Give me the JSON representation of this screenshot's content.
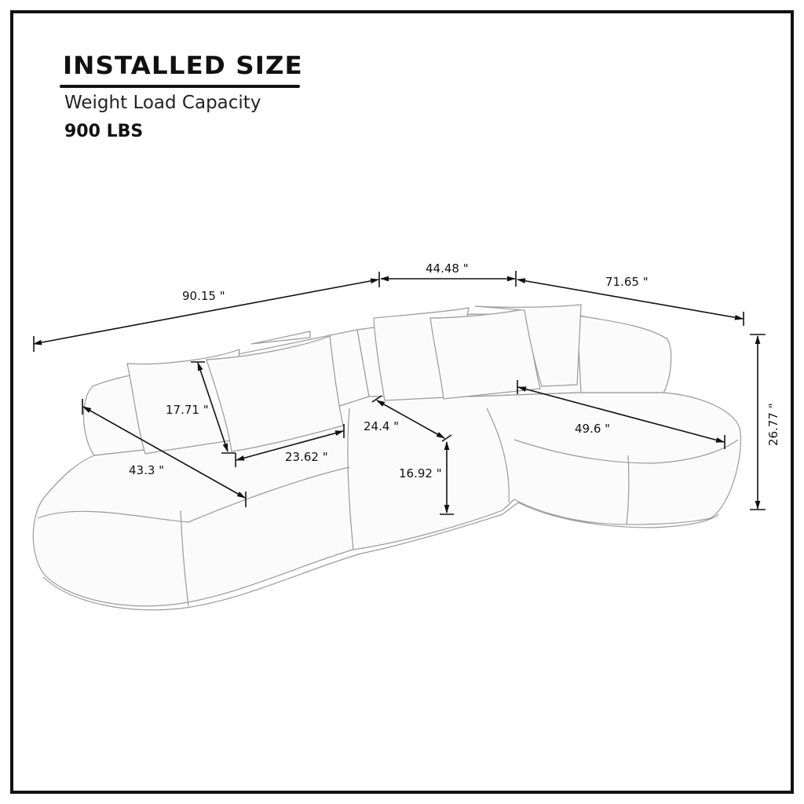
{
  "header": {
    "title": "INSTALLED SIZE",
    "subtitle": "Weight Load Capacity",
    "capacity": "900 LBS"
  },
  "dimensions": {
    "left_section_length": "90.15 \"",
    "middle_section_length": "44.48 \"",
    "right_section_length": "71.65 \"",
    "total_height": "26.77 \"",
    "left_chaise_depth": "43.3 \"",
    "pillow_height": "17.71 \"",
    "pillow_width": "23.62 \"",
    "seat_depth": "24.4 \"",
    "seat_height": "16.92 \"",
    "right_chaise_depth": "49.6 \""
  },
  "colors": {
    "line": "#111111",
    "sofa_outline": "#9a9a9a",
    "sofa_fill": "#fbfbfb"
  }
}
